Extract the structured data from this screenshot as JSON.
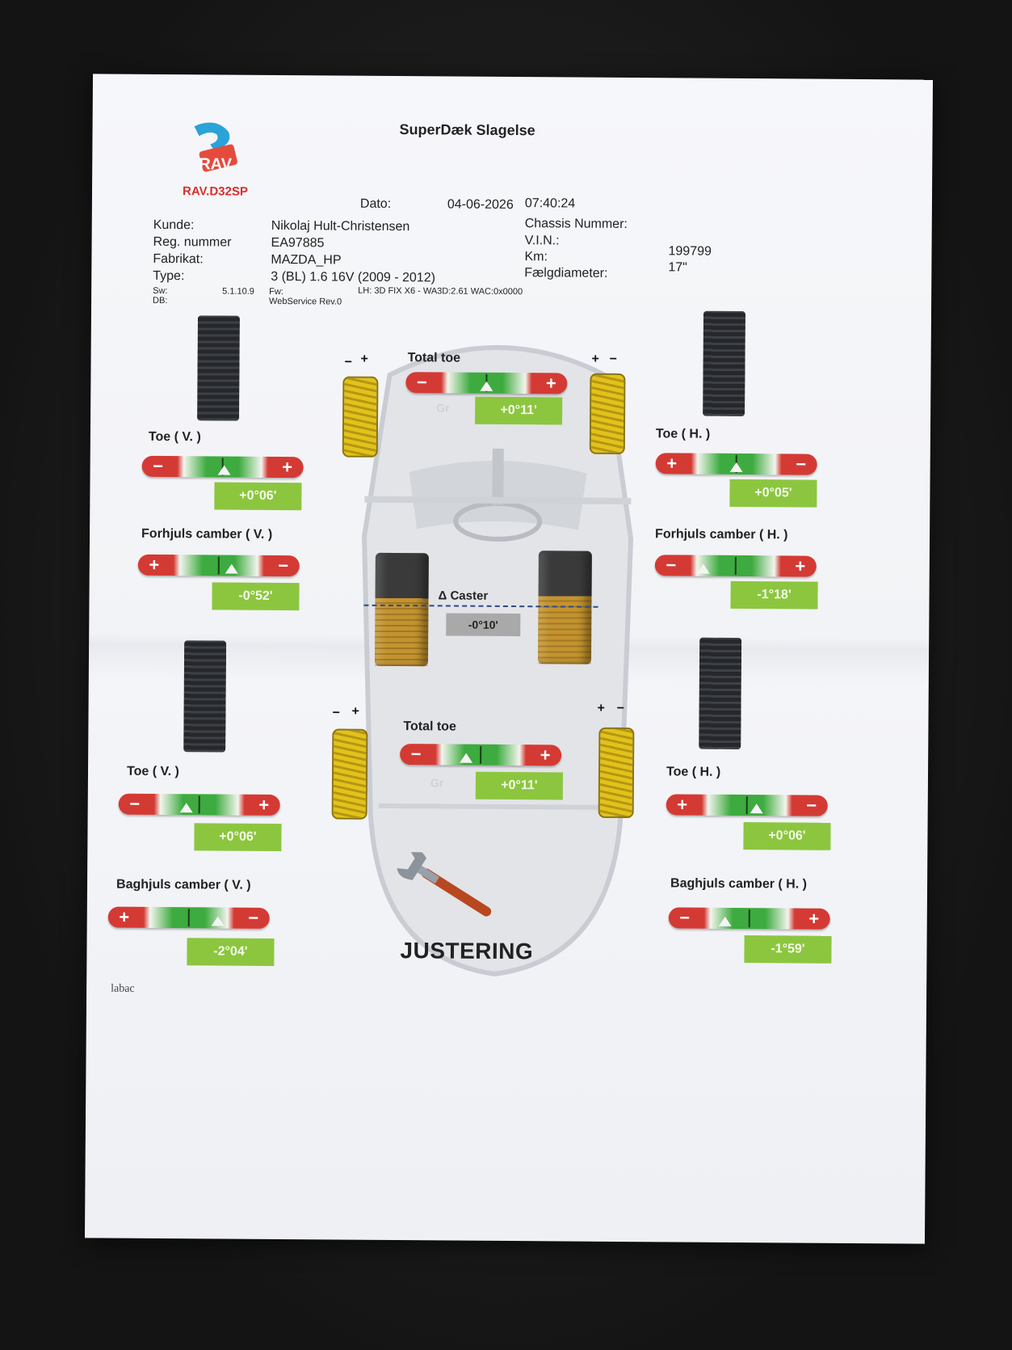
{
  "header": {
    "logo_brand": "RAV",
    "logo_model": "RAV.D32SP",
    "shop_name": "SuperDæk Slagelse",
    "date_label": "Dato:",
    "date_value": "04-06-2026",
    "time_value": "07:40:24"
  },
  "customer": {
    "kunde_label": "Kunde:",
    "kunde_value": "Nikolaj Hult-Christensen",
    "reg_label": "Reg. nummer",
    "reg_value": "EA97885",
    "fabrikat_label": "Fabrikat:",
    "fabrikat_value": "MAZDA_HP",
    "type_label": "Type:",
    "type_value": "3 (BL) 1.6 16V (2009 - 2012)",
    "chassis_label": "Chassis Nummer:",
    "vin_label": "V.I.N.:",
    "km_label": "Km:",
    "km_value": "199799",
    "rim_label": "Fælgdiameter:",
    "rim_value": "17\""
  },
  "system": {
    "sw_label": "Sw:",
    "sw_value": "5.1.10.9",
    "db_label": "DB:",
    "fw_label": "Fw:",
    "fw_value": "WebService Rev.0",
    "lh_value": "LH: 3D FIX X6 - WA3D:2.61 WAC:0x0000"
  },
  "measurements": {
    "front_total_toe": {
      "label": "Total toe",
      "value": "+0°11'",
      "left_sign": "−",
      "right_sign": "+"
    },
    "front_toe_left": {
      "label": "Toe ( V. )",
      "value": "+0°06'",
      "left_sign": "−",
      "right_sign": "+"
    },
    "front_toe_right": {
      "label": "Toe ( H. )",
      "value": "+0°05'",
      "left_sign": "+",
      "right_sign": "−"
    },
    "front_camber_left": {
      "label": "Forhjuls camber ( V. )",
      "value": "-0°52'",
      "left_sign": "+",
      "right_sign": "−"
    },
    "front_camber_right": {
      "label": "Forhjuls camber ( H. )",
      "value": "-1°18'",
      "left_sign": "−",
      "right_sign": "+"
    },
    "caster": {
      "label": "Δ Caster",
      "value": "-0°10'"
    },
    "rear_total_toe": {
      "label": "Total toe",
      "value": "+0°11'",
      "left_sign": "−",
      "right_sign": "+"
    },
    "rear_toe_left": {
      "label": "Toe ( V. )",
      "value": "+0°06'",
      "left_sign": "−",
      "right_sign": "+"
    },
    "rear_toe_right": {
      "label": "Toe ( H. )",
      "value": "+0°06'",
      "left_sign": "+",
      "right_sign": "−"
    },
    "rear_camber_left": {
      "label": "Baghjuls camber ( V. )",
      "value": "-2°04'",
      "left_sign": "+",
      "right_sign": "−"
    },
    "rear_camber_right": {
      "label": "Baghjuls camber ( H. )",
      "value": "-1°59'",
      "left_sign": "−",
      "right_sign": "+"
    }
  },
  "diagram": {
    "wheel_marks": [
      "−",
      "+",
      "+",
      "−"
    ],
    "gr_label": "Gr"
  },
  "footer": {
    "justering": "JUSTERING",
    "labac": "labac"
  },
  "colors": {
    "gauge_red": "#d43a34",
    "gauge_green": "#3dab3f",
    "value_box": "#8cc63f",
    "logo_blue": "#2aa3d8",
    "logo_red": "#d8302c"
  },
  "icons": [
    "rav-logo",
    "tire-tread-icon",
    "wrench-icon",
    "car-outline"
  ]
}
